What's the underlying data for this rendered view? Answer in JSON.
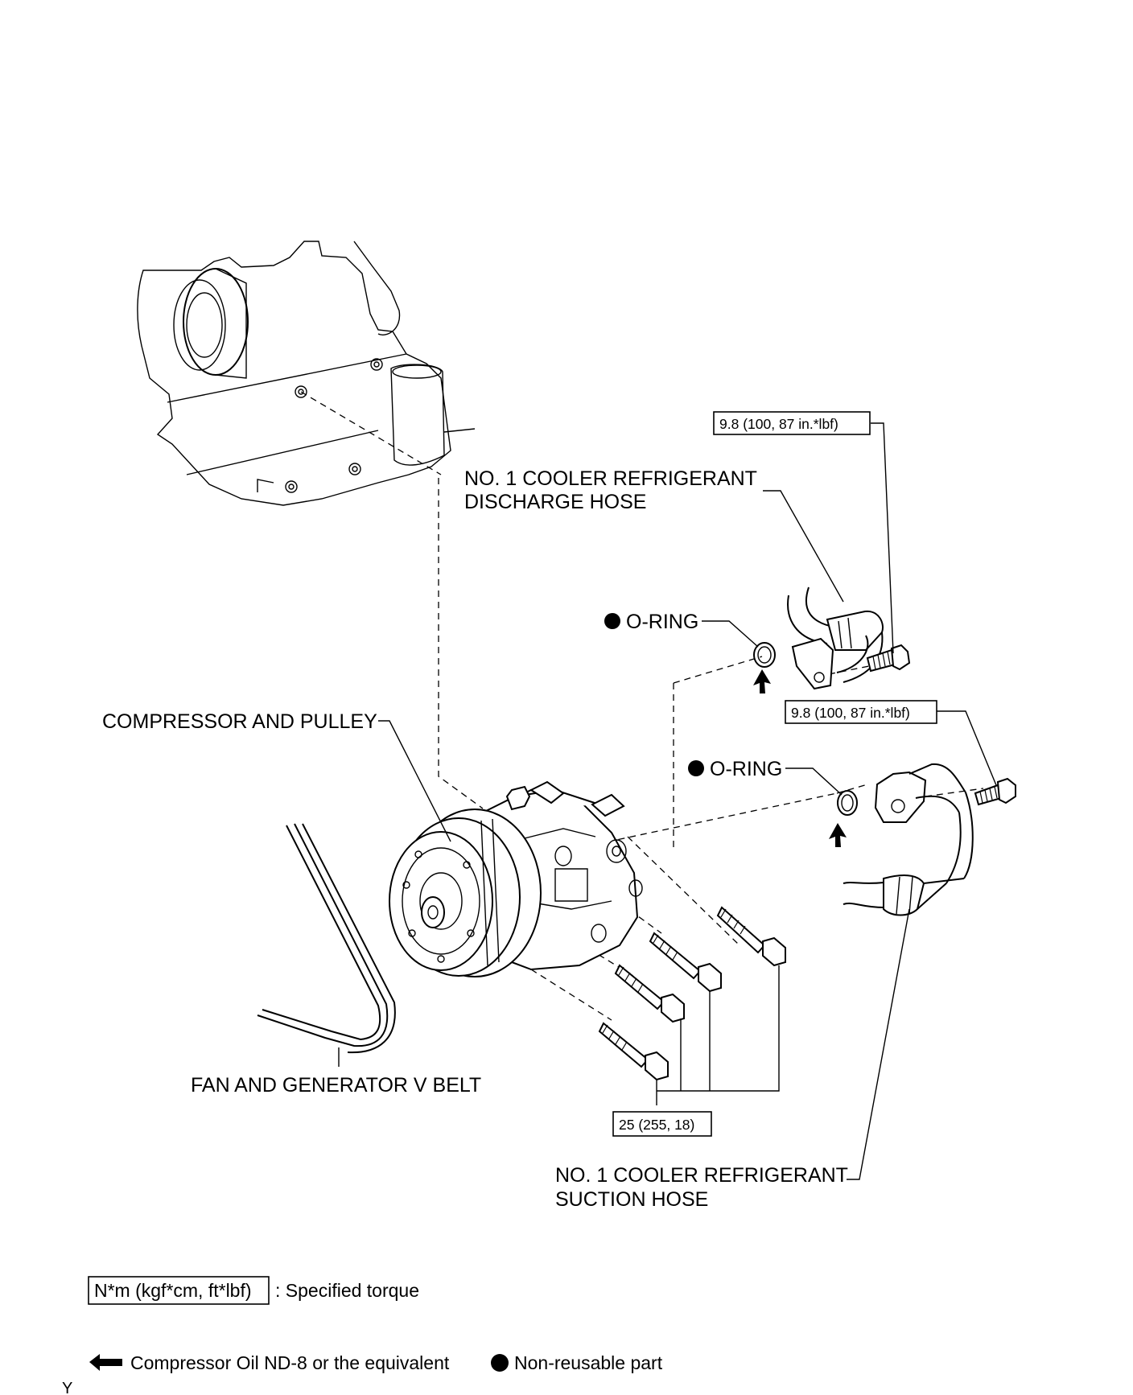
{
  "labels": {
    "discharge_hose": [
      "NO. 1 COOLER REFRIGERANT",
      "DISCHARGE HOSE"
    ],
    "o_ring": "O-RING",
    "compressor": "COMPRESSOR AND PULLEY",
    "v_belt": "FAN AND GENERATOR V BELT",
    "suction_hose": [
      "NO. 1 COOLER REFRIGERANT",
      "SUCTION HOSE"
    ]
  },
  "torque": {
    "discharge_bolt": "9.8 (100, 87 in.*lbf)",
    "suction_bolt": "9.8 (100, 87 in.*lbf)",
    "compressor_bolts": "25 (255, 18)"
  },
  "legend": {
    "torque_box": "N*m (kgf*cm, ft*lbf)",
    "torque_desc": ": Specified torque",
    "oil": "Compressor Oil ND-8 or the equivalent",
    "non_reusable": "Non-reusable part"
  },
  "footer_mark": "Y"
}
